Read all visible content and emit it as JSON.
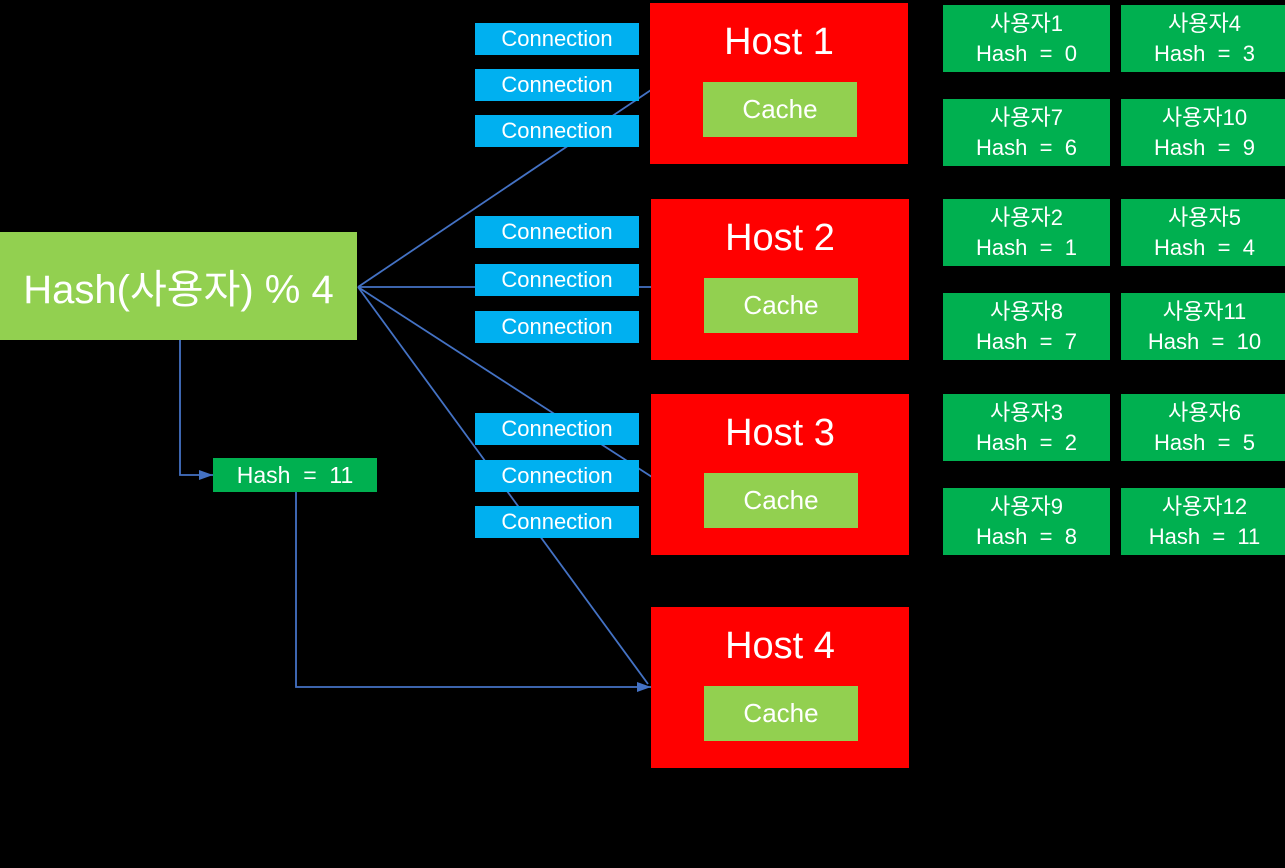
{
  "diagram": {
    "background_color": "#000000",
    "colors": {
      "light_green": "#92D050",
      "dark_green": "#00B050",
      "connection_blue": "#00B0F0",
      "host_red": "#FF0000",
      "line_blue": "#4472C4",
      "text": "#FFFFFF"
    },
    "hash_router": {
      "label": "Hash(사용자) % 4"
    },
    "hash11": {
      "label": "Hash  =  11"
    },
    "connection_label": "Connection",
    "cache_label": "Cache",
    "hosts": [
      {
        "title": "Host 1"
      },
      {
        "title": "Host 2"
      },
      {
        "title": "Host 3"
      },
      {
        "title": "Host 4"
      }
    ],
    "users": [
      {
        "name": "사용자1",
        "hash": "Hash  =  0"
      },
      {
        "name": "사용자4",
        "hash": "Hash  =  3"
      },
      {
        "name": "사용자7",
        "hash": "Hash  =  6"
      },
      {
        "name": "사용자10",
        "hash": "Hash  =  9"
      },
      {
        "name": "사용자2",
        "hash": "Hash  =  1"
      },
      {
        "name": "사용자5",
        "hash": "Hash  =  4"
      },
      {
        "name": "사용자8",
        "hash": "Hash  =  7"
      },
      {
        "name": "사용자11",
        "hash": "Hash  =  10"
      },
      {
        "name": "사용자3",
        "hash": "Hash  =  2"
      },
      {
        "name": "사용자6",
        "hash": "Hash  =  5"
      },
      {
        "name": "사용자9",
        "hash": "Hash  =  8"
      },
      {
        "name": "사용자12",
        "hash": "Hash  =  11"
      }
    ]
  }
}
